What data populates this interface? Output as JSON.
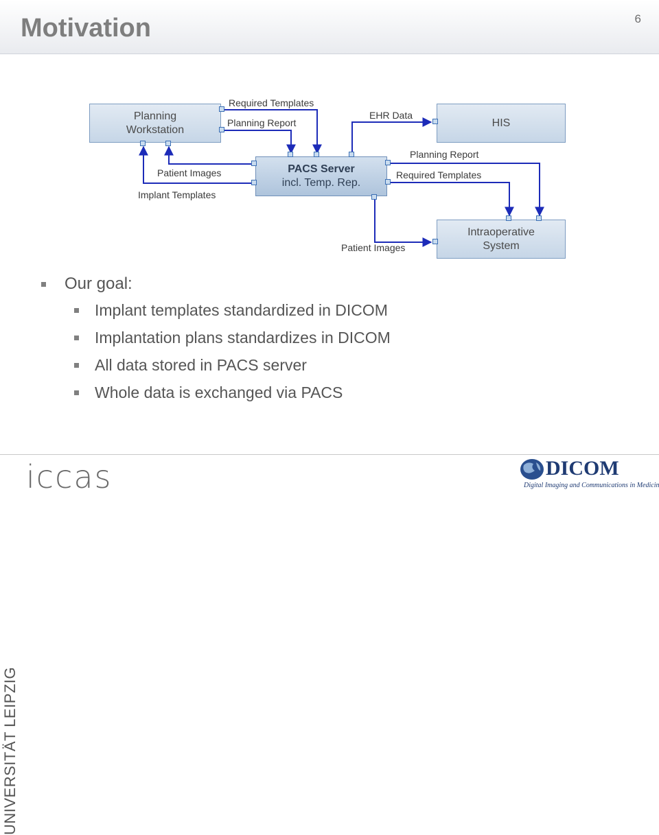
{
  "slide": {
    "title": "Motivation",
    "page_number": "6"
  },
  "diagram": {
    "nodes": {
      "planning": {
        "line1": "Planning",
        "line2": "Workstation"
      },
      "pacs": {
        "line1": "PACS Server",
        "line2": "incl. Temp. Rep."
      },
      "his": {
        "label": "HIS"
      },
      "intraop": {
        "line1": "Intraoperative",
        "line2": "System"
      }
    },
    "edges": [
      {
        "label": "Required Templates",
        "from": "planning",
        "to": "pacs"
      },
      {
        "label": "Planning Report",
        "from": "planning",
        "to": "pacs"
      },
      {
        "label": "Patient Images",
        "from": "pacs",
        "to": "planning"
      },
      {
        "label": "Implant Templates",
        "from": "pacs",
        "to": "planning"
      },
      {
        "label": "EHR Data",
        "from": "pacs",
        "to": "his"
      },
      {
        "label": "Planning Report",
        "from": "pacs",
        "to": "intraop"
      },
      {
        "label": "Required Templates",
        "from": "pacs",
        "to": "intraop"
      },
      {
        "label": "Patient Images",
        "from": "pacs",
        "to": "intraop"
      }
    ],
    "line_color": "#1c2bb8"
  },
  "bullets": {
    "heading": "Our goal:",
    "items": [
      "Implant templates standardized in DICOM",
      "Implantation plans standardizes in DICOM",
      "All data stored in PACS server",
      "Whole data is exchanged via PACS"
    ]
  },
  "footer": {
    "university": "UNIVERSITÄT LEIPZIG",
    "iccas": "iccas",
    "dicom_word": "DICOM",
    "dicom_tagline": "Digital Imaging and Communications in Medicine"
  }
}
